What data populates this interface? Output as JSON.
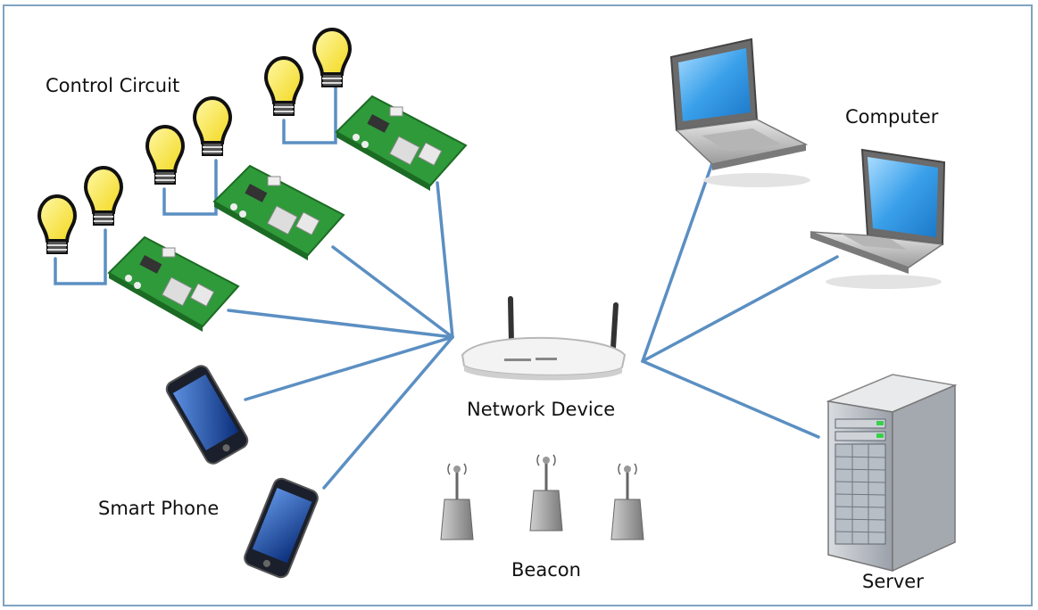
{
  "labels": {
    "control_circuit": "Control Circuit",
    "computer": "Computer",
    "network_device": "Network Device",
    "smart_phone": "Smart Phone",
    "beacon": "Beacon",
    "server": "Server"
  },
  "colors": {
    "link": "#5b8fc2",
    "frame": "#7fa3c2",
    "bulb": "#f8e43a",
    "board": "#2f9a3a",
    "screen": "#3ba0e6",
    "phone_screen": "#1d57b0"
  }
}
